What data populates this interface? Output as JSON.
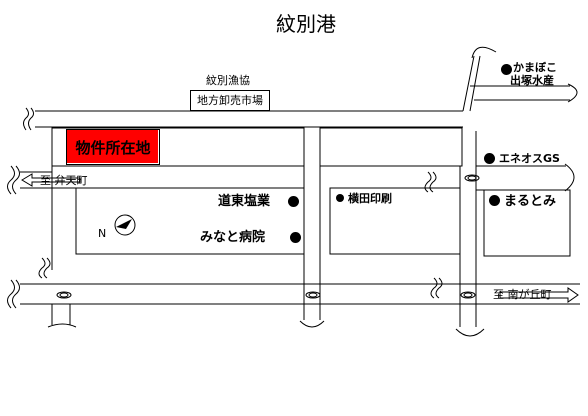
{
  "title": "紋別港",
  "labels": {
    "monbetsu_fishery": "紋別漁協",
    "market": "地方卸売市場",
    "property": "物件所在地",
    "kamaboko_line1": "かまぼこ",
    "kamaboko_line2": "出塚水産",
    "eneos": "エネオスGS",
    "to_bentencho": "至 弁天町",
    "douto_enkyo": "道東塩業",
    "yokota": "横田印刷",
    "marutomi": "まるとみ",
    "minato_hospital": "みなと病院",
    "to_minamigaoka": "至 南が丘町",
    "compass_letter": "N"
  },
  "colors": {
    "property_fill": "#ff0000",
    "line": "#000000",
    "background": "#ffffff"
  }
}
